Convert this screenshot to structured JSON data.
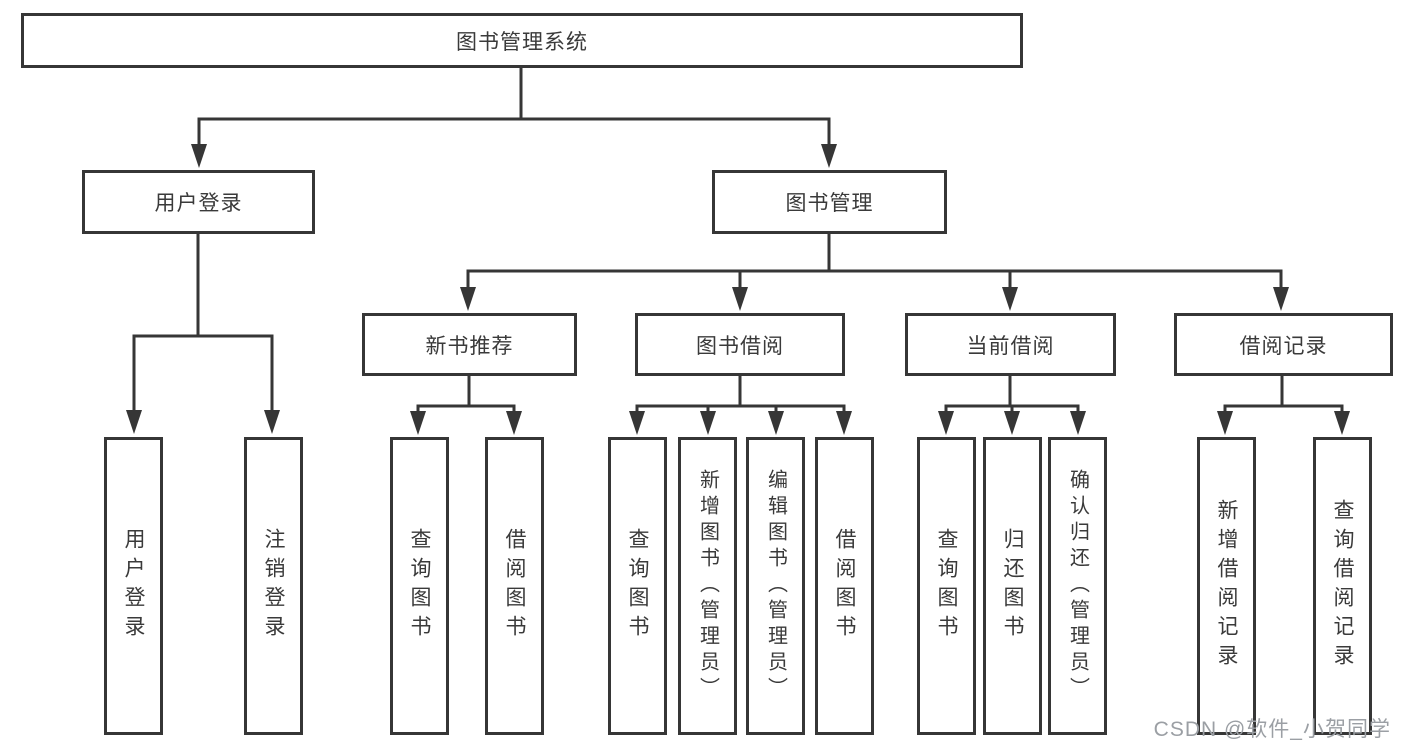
{
  "title": "图书管理系统",
  "watermark": {
    "text": "CSDN @软件_小贺同学"
  },
  "colors": {
    "line": "#363636",
    "text": "#3a3a3a",
    "box_bg": "#ffffff",
    "watermark": "#9b9fa4"
  },
  "tree": {
    "root": {
      "label": "图书管理系统"
    },
    "branches": [
      {
        "label": "用户登录",
        "children": [
          {
            "label": "用户登录"
          },
          {
            "label": "注销登录"
          }
        ]
      },
      {
        "label": "图书管理",
        "sections": [
          {
            "label": "新书推荐",
            "children": [
              {
                "label": "查询图书"
              },
              {
                "label": "借阅图书"
              }
            ]
          },
          {
            "label": "图书借阅",
            "children": [
              {
                "label": "查询图书"
              },
              {
                "label": "新增图书（管理员）"
              },
              {
                "label": "编辑图书（管理员）"
              },
              {
                "label": "借阅图书"
              }
            ]
          },
          {
            "label": "当前借阅",
            "children": [
              {
                "label": "查询图书"
              },
              {
                "label": "归还图书"
              },
              {
                "label": "确认归还（管理员）"
              }
            ]
          },
          {
            "label": "借阅记录",
            "children": [
              {
                "label": "新增借阅记录"
              },
              {
                "label": "查询借阅记录"
              }
            ]
          }
        ]
      }
    ]
  }
}
